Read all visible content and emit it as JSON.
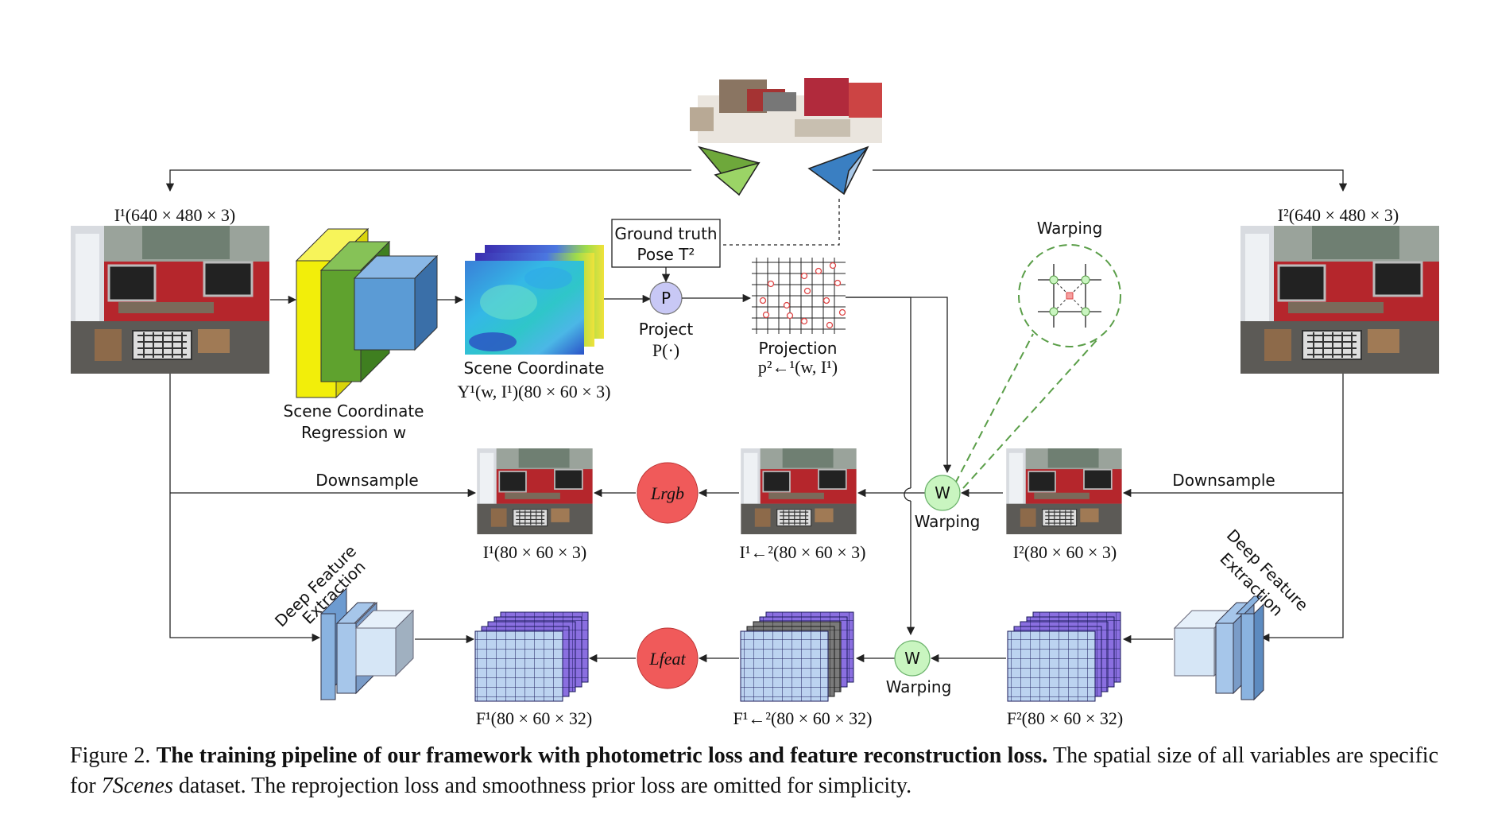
{
  "left_image": {
    "label": "I¹(640 × 480 × 3)"
  },
  "right_image": {
    "label": "I²(640 × 480 × 3)"
  },
  "regression": {
    "line1": "Scene Coordinate",
    "line2": "Regression w"
  },
  "scene_coord": {
    "line1": "Scene Coordinate",
    "line2": "Y¹(w, I¹)(80 × 60 × 3)"
  },
  "ground_truth": {
    "line1": "Ground truth",
    "line2": "Pose T²"
  },
  "project": {
    "node": "P",
    "line1": "Project",
    "line2": "P(·)"
  },
  "projection": {
    "line1": "Projection",
    "line2": "p²←¹(w, I¹)"
  },
  "warping_zoom": {
    "label": "Warping"
  },
  "downsample_left": "Downsample",
  "downsample_right": "Downsample",
  "rgb_row": {
    "i1_small": "I¹(80 × 60 × 3)",
    "loss": "Lrgb",
    "warped": "I¹←²(80 × 60 × 3)",
    "warp_node": "W",
    "warp_label": "Warping",
    "i2_small": "I²(80 × 60 × 3)"
  },
  "feat_row": {
    "extract_left": {
      "line1": "Deep Feature",
      "line2": "Extraction"
    },
    "extract_right": {
      "line1": "Deep Feature",
      "line2": "Extraction"
    },
    "f1": "F¹(80 × 60 × 32)",
    "loss": "Lfeat",
    "warped": "F¹←²(80 × 60 × 32)",
    "warp_node": "W",
    "warp_label": "Warping",
    "f2": "F²(80 × 60 × 32)"
  },
  "caption": {
    "prefix": "Figure 2. ",
    "bold": "The training pipeline of our framework with photometric loss and feature reconstruction loss.",
    "text1": " The spatial size of all variables are specific for ",
    "dataset": "7Scenes",
    "text2": " dataset. The reprojection loss and smoothness prior loss are omitted for simplicity."
  },
  "colors": {
    "yellow": "#f2ee0a",
    "green": "#5fa22e",
    "blue": "#5b9bd5",
    "loss_red": "#f05a5a",
    "warp_green": "#c9f5c0",
    "project_purple": "#c8c8f5",
    "feat_blue": "#bcd3f0",
    "feat_purple": "#8a6fe0",
    "dashed_green": "#5a9e48"
  }
}
